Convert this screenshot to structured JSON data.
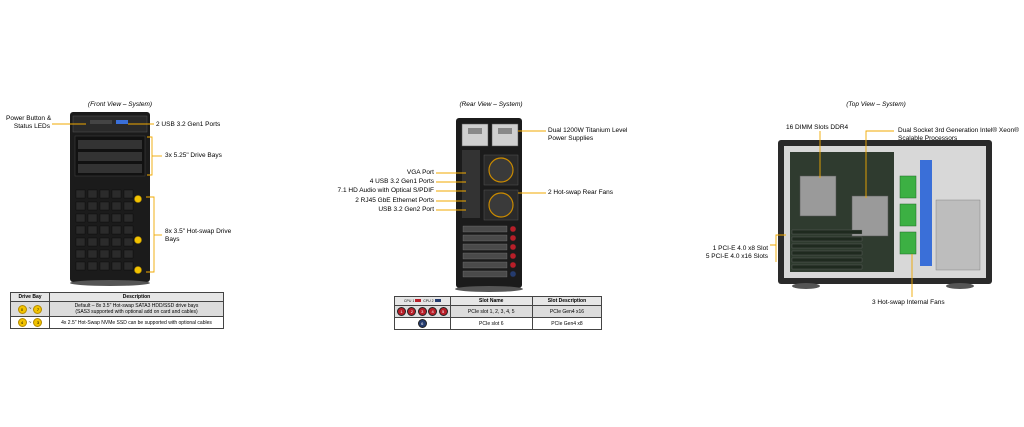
{
  "front": {
    "caption": "(Front View – System)",
    "labels": {
      "power": "Power Button &\nStatus LEDs",
      "usb": "2 USB 3.2 Gen1 Ports",
      "bays525": "3x 5.25\" Drive Bays",
      "bays35": "8x 3.5\" Hot-swap Drive\nBays"
    },
    "table": {
      "headers": [
        "Drive Bay",
        "Description"
      ],
      "rows": [
        {
          "from": "0",
          "to": "7",
          "desc": "Default – 8x 3.5\" Hot-swap SATA3 HDD/SSD drive bays\n(SAS3 supported with optional add on card and cables)"
        },
        {
          "from": "4",
          "to": "3",
          "desc": "4x 2.5\" Hot-Swap NVMe SSD can be supported with optional cables"
        }
      ]
    },
    "bay_markers": [
      "7",
      "5",
      "0"
    ]
  },
  "rear": {
    "caption": "(Rear View – System)",
    "labels": {
      "psu": "Dual 1200W Titanium Level\nPower Supplies",
      "vga": "VGA Port",
      "usb4": "4 USB 3.2 Gen1 Ports",
      "audio": "7.1 HD Audio with Optical S/PDIF",
      "rj45": "2 RJ45 GbE Ethernet Ports",
      "usbc": "USB 3.2 Gen2 Port",
      "fans": "2 Hot-swap Rear Fans"
    },
    "table": {
      "legend": [
        "CPU 1",
        "CPU 2"
      ],
      "headers": [
        "Slot Name",
        "Slot Description"
      ],
      "rows": [
        {
          "slots": [
            "1",
            "2",
            "3",
            "4",
            "5"
          ],
          "name": "PCIe slot 1, 2, 3, 4, 5",
          "desc": "PCIe Gen4 x16"
        },
        {
          "slots": [
            "6"
          ],
          "name": "PCIe slot 6",
          "desc": "PCIe Gen4 x8"
        }
      ]
    }
  },
  "top": {
    "caption": "(Top View – System)",
    "labels": {
      "dimm": "16 DIMM Slots DDR4",
      "cpu": "Dual Socket 3rd Generation Intel® Xeon®\nScalable Processors",
      "pcie": "1 PCI-E 4.0 x8 Slot\n5 PCI-E 4.0 x16 Slots",
      "fans": "3 Hot-swap Internal  Fans"
    }
  },
  "colors": {
    "callout": "#f0a800",
    "chassis": "#1e1e1e",
    "fan": "#3cb043",
    "pcie_red": "#b81e28",
    "blue": "#3a6fd8"
  }
}
